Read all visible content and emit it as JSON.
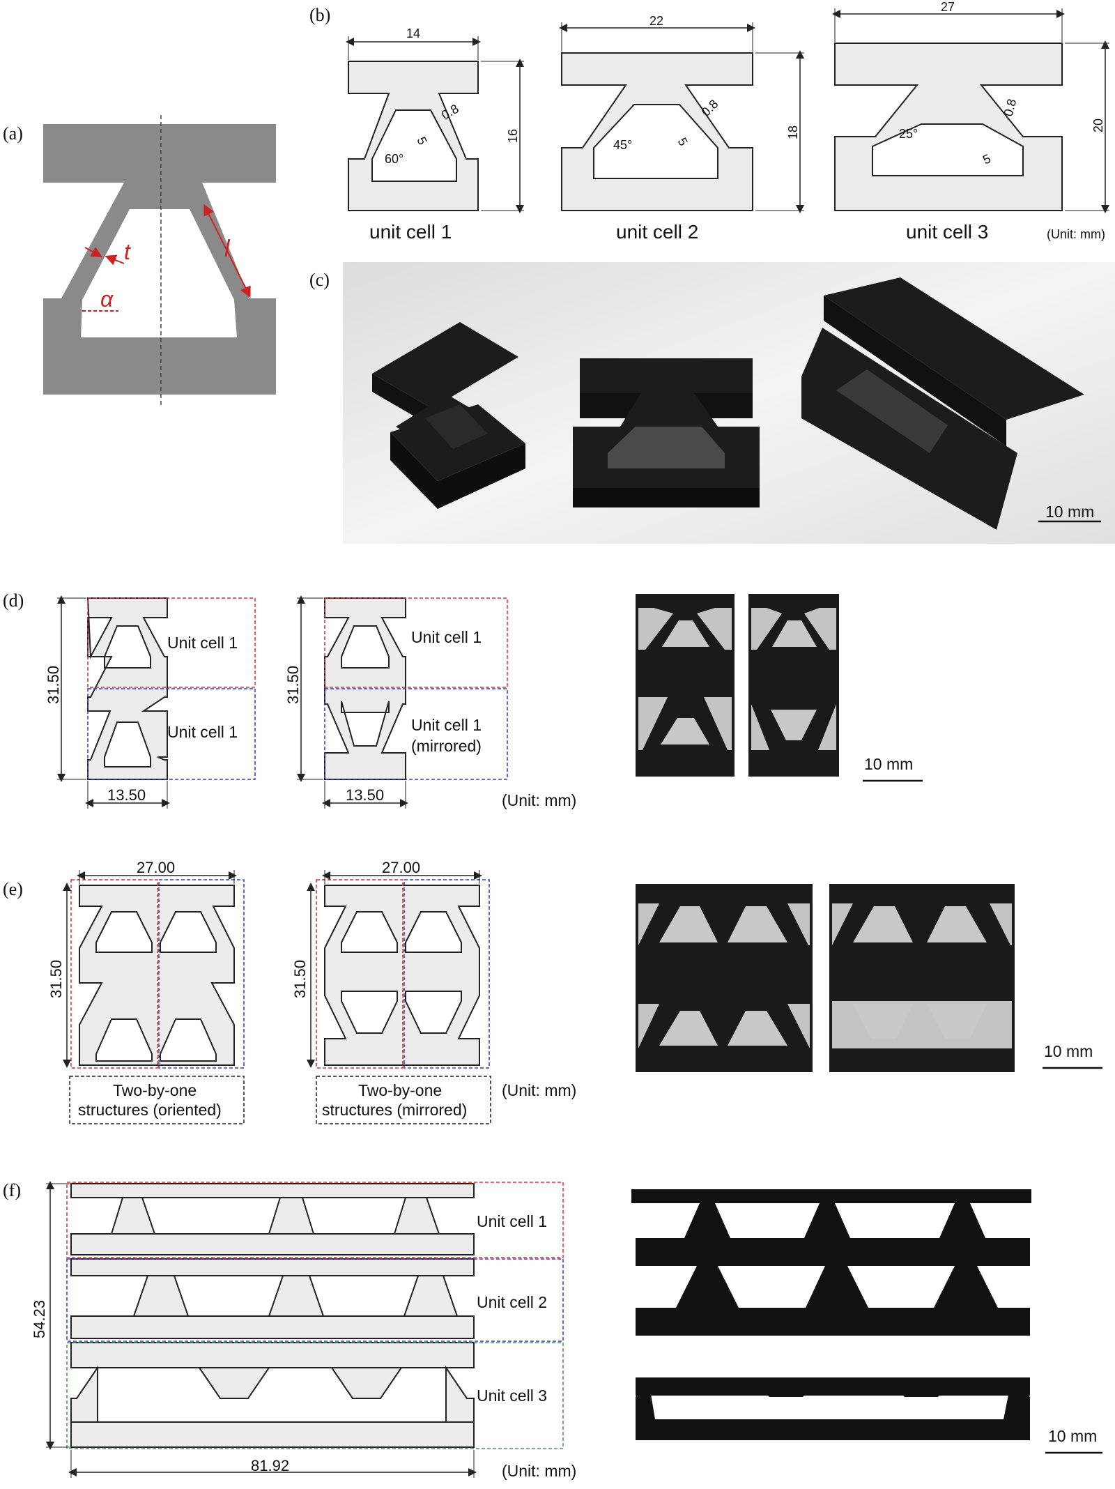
{
  "panels": {
    "a": {
      "label": "(a)",
      "t": "t",
      "l": "l",
      "alpha": "α"
    },
    "b": {
      "label": "(b)",
      "unit_note": "(Unit: mm)",
      "cells": [
        {
          "name": "unit cell 1",
          "width": "14",
          "height": "16",
          "angle": "60°",
          "thickness": "0.8",
          "length": "5"
        },
        {
          "name": "unit cell 2",
          "width": "22",
          "height": "18",
          "angle": "45°",
          "thickness": "0.8",
          "length": "5"
        },
        {
          "name": "unit cell 3",
          "width": "27",
          "height": "20",
          "angle": "25°",
          "thickness": "0.8",
          "length": "5"
        }
      ]
    },
    "c": {
      "label": "(c)",
      "scale": "10 mm"
    },
    "d": {
      "label": "(d)",
      "height": "31.50",
      "width": "13.50",
      "left_top": "Unit cell 1",
      "left_bottom": "Unit cell 1",
      "right_top": "Unit cell 1",
      "right_bottom_1": "Unit cell 1",
      "right_bottom_2": "(mirrored)",
      "unit_note": "(Unit: mm)",
      "scale": "10 mm"
    },
    "e": {
      "label": "(e)",
      "width": "27.00",
      "height": "31.50",
      "left_caption_1": "Two-by-one",
      "left_caption_2": "structures (oriented)",
      "right_caption_1": "Two-by-one",
      "right_caption_2": "structures (mirrored)",
      "unit_note": "(Unit: mm)",
      "scale": "10 mm"
    },
    "f": {
      "label": "(f)",
      "height": "54.23",
      "width": "81.92",
      "row1": "Unit cell 1",
      "row2": "Unit cell 2",
      "row3": "Unit cell 3",
      "unit_note": "(Unit: mm)",
      "scale": "10 mm"
    }
  },
  "colors": {
    "cell_fill": "#ececec",
    "red_box": "#e03030",
    "blue_box": "#2a3fd0",
    "green_box": "#4a9a4a",
    "annotation": "#cc2222"
  }
}
